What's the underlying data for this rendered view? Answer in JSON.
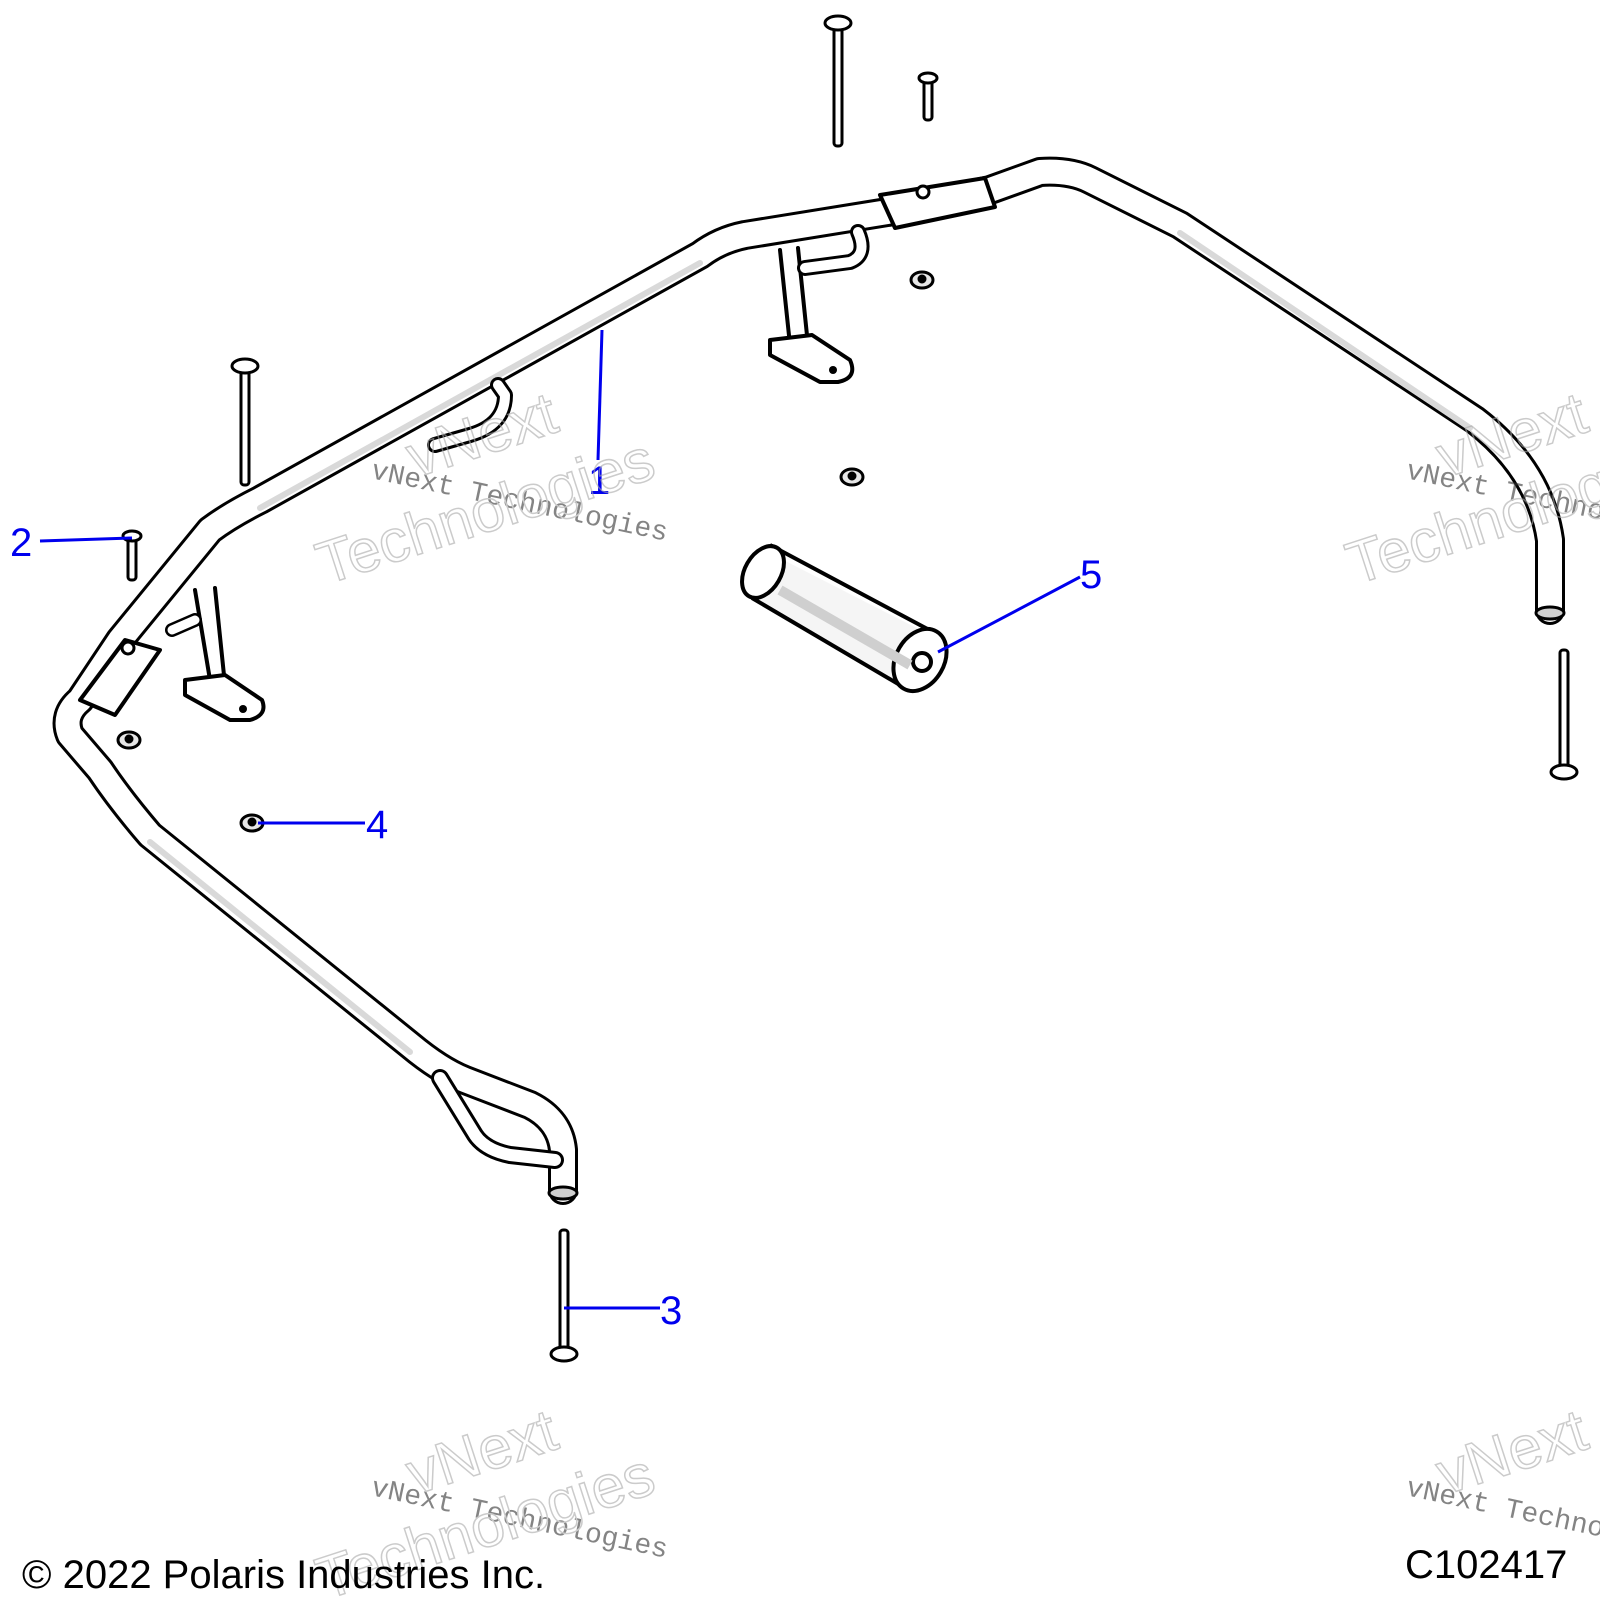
{
  "diagram": {
    "callouts": [
      {
        "id": "1",
        "label": "1"
      },
      {
        "id": "2",
        "label": "2"
      },
      {
        "id": "3",
        "label": "3"
      },
      {
        "id": "4",
        "label": "4"
      },
      {
        "id": "5",
        "label": "5"
      }
    ],
    "callout_color": "#0000ee",
    "line_color": "#000000",
    "part_fill": "#ffffff",
    "shade_color": "#cfcfcf"
  },
  "watermark": {
    "line1": "vNext Technologies",
    "line2": "vNext",
    "line3": "Technologies",
    "color": "#9a9a9a"
  },
  "footer": {
    "copyright": "© 2022 Polaris Industries Inc.",
    "figure_code": "C102417"
  }
}
